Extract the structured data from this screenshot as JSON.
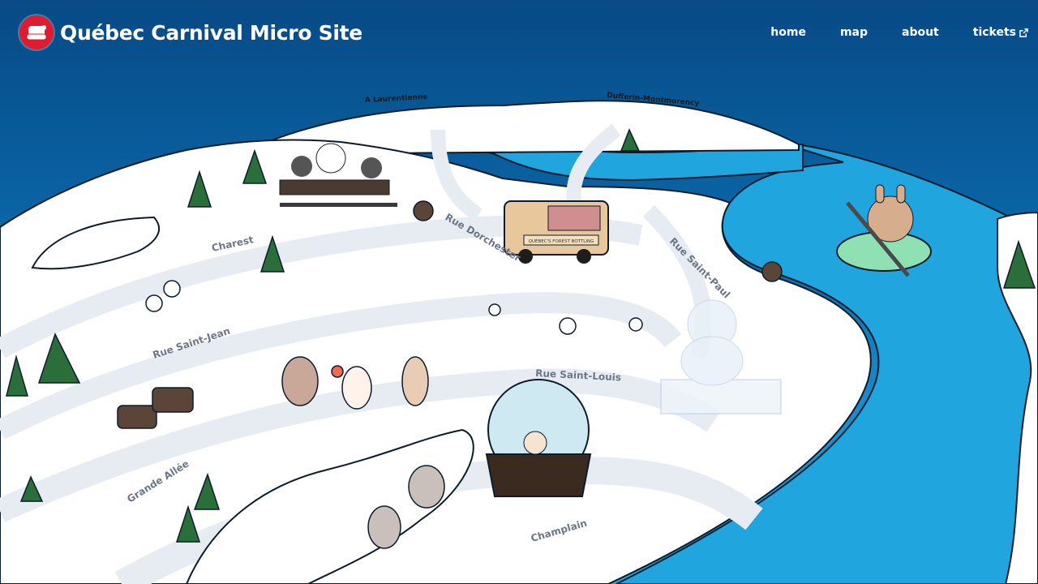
{
  "header": {
    "site_title": "Québec Carnival Micro Site",
    "logo_icon": "toque-hat-icon",
    "nav": [
      {
        "label": "home"
      },
      {
        "label": "map"
      },
      {
        "label": "about"
      },
      {
        "label": "tickets",
        "icon": "external-link-icon"
      }
    ]
  },
  "map": {
    "mountain_labels": [
      "A Laurentienne",
      "Dufferin-Montmorency"
    ],
    "streets": [
      "Charest",
      "Rue Dorchester",
      "Rue Saint-Paul",
      "Rue Saint-Jean",
      "Rue Saint-Louis",
      "Grande Allée",
      "Champlain"
    ],
    "food_truck_sign": "QUÉBEC'S FOREST BOTTLING",
    "icons": [
      "dog-sled-icon",
      "food-truck-icon",
      "kayak-bunny-icon",
      "ice-sculpture-bear-icon",
      "snow-globe-stage-icon",
      "marching-band-icon",
      "photographer-bear-icon",
      "pine-tree-icon"
    ]
  },
  "colors": {
    "sky_top": "#074a86",
    "river": "#22a6e0",
    "snow": "#ffffff",
    "road": "#e6ecf2",
    "logo_red": "#e01b2e"
  }
}
